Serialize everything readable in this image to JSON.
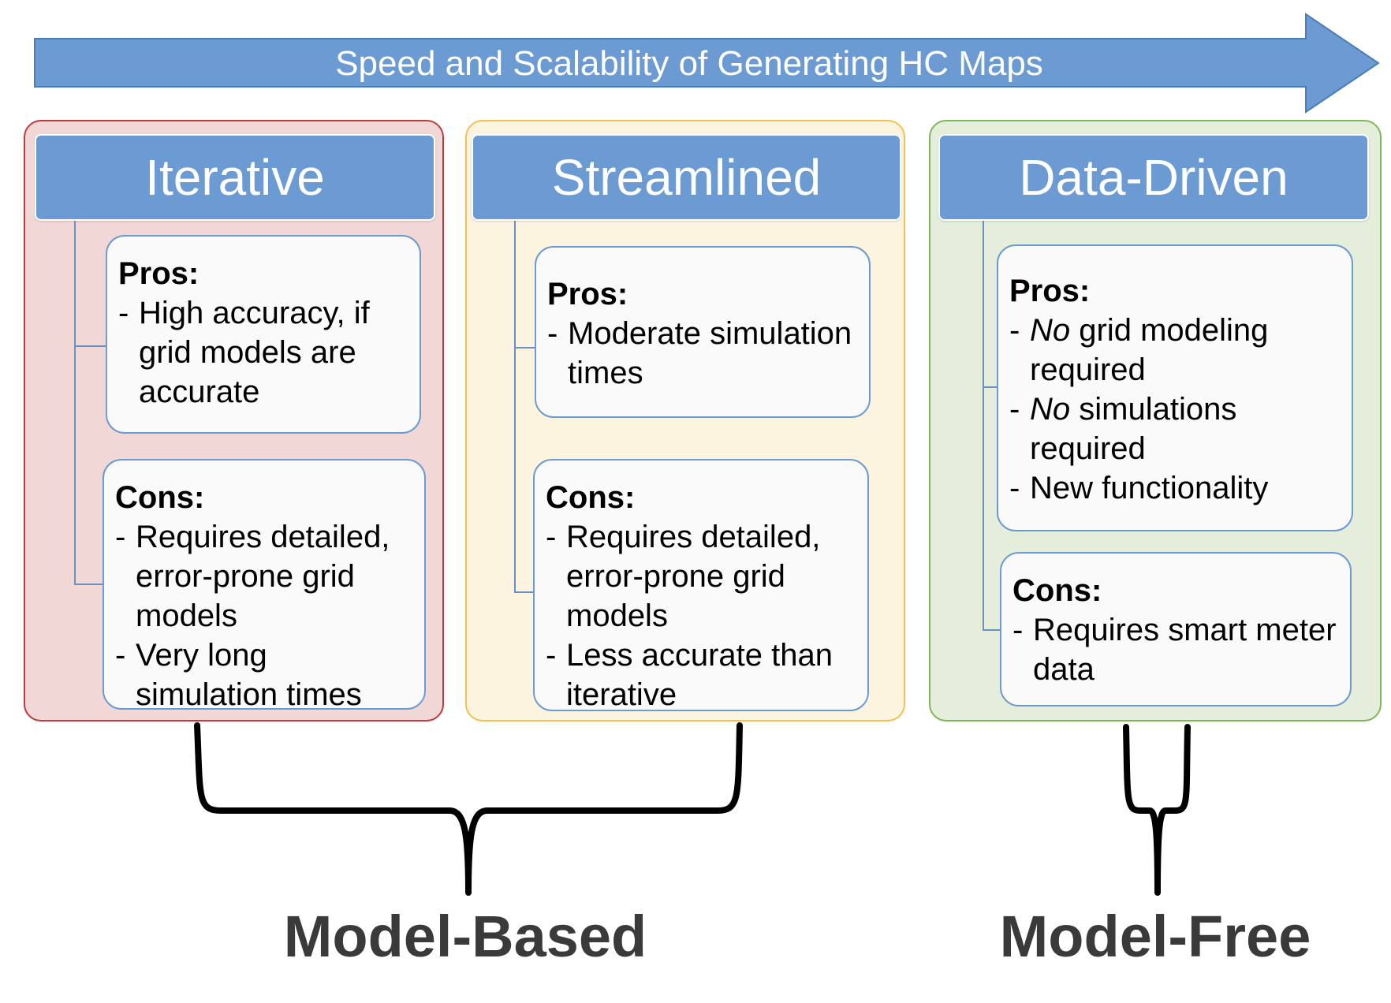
{
  "arrow": {
    "label": "Speed and Scalability of Generating HC Maps",
    "color": "#6b9bd2"
  },
  "columns": [
    {
      "title": "Iterative",
      "border": "#c0393b",
      "fill": "#f2d7d7",
      "pros_label": "Pros:",
      "pros": [
        {
          "prefix": "- ",
          "text": "High accuracy, if grid models are accurate"
        }
      ],
      "cons_label": "Cons:",
      "cons": [
        {
          "prefix": "- ",
          "text": "Requires detailed, error-prone grid models"
        },
        {
          "prefix": "- ",
          "text": "Very long simulation times"
        }
      ]
    },
    {
      "title": "Streamlined",
      "border": "#f2c14e",
      "fill": "#fcf4df",
      "pros_label": "Pros:",
      "pros": [
        {
          "prefix": "- ",
          "text": "Moderate simulation times"
        }
      ],
      "cons_label": "Cons:",
      "cons": [
        {
          "prefix": "- ",
          "text": "Requires detailed, error-prone grid models"
        },
        {
          "prefix": "- ",
          "text": "Less accurate than iterative"
        }
      ]
    },
    {
      "title": "Data-Driven",
      "border": "#7fb65a",
      "fill": "#e4eedb",
      "pros_label": "Pros:",
      "pros": [
        {
          "prefix": "- ",
          "em": "No",
          "text": " grid modeling required"
        },
        {
          "prefix": "- ",
          "em": "No",
          "text": " simulations required"
        },
        {
          "prefix": "- ",
          "text": "New functionality"
        }
      ],
      "cons_label": "Cons:",
      "cons": [
        {
          "prefix": "- ",
          "text": "Requires smart meter data"
        }
      ]
    }
  ],
  "groups": [
    {
      "label": "Model-Based"
    },
    {
      "label": "Model-Free"
    }
  ]
}
